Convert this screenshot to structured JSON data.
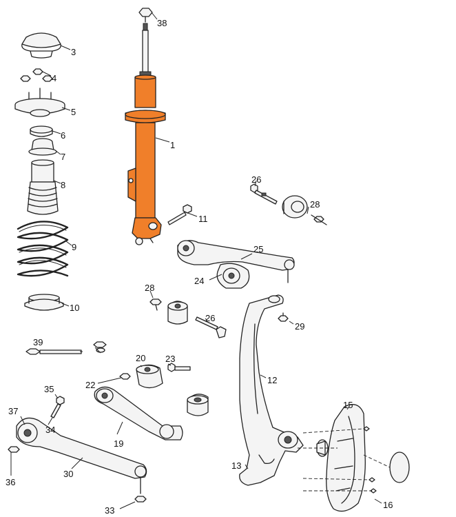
{
  "highlight_color": "#f07f2a",
  "callouts": [
    {
      "id": "1",
      "part": "strut-shock-absorber"
    },
    {
      "id": "3",
      "part": "dust-cap"
    },
    {
      "id": "4",
      "part": "nut"
    },
    {
      "id": "5",
      "part": "upper-mount"
    },
    {
      "id": "6",
      "part": "bearing"
    },
    {
      "id": "7",
      "part": "spring-seat-upper"
    },
    {
      "id": "8",
      "part": "dust-boot"
    },
    {
      "id": "9",
      "part": "coil-spring"
    },
    {
      "id": "10",
      "part": "spring-seat-lower"
    },
    {
      "id": "11",
      "part": "bolt"
    },
    {
      "id": "12",
      "part": "knuckle"
    },
    {
      "id": "13",
      "part": "knuckle-lower"
    },
    {
      "id": "15",
      "part": "splash-shield"
    },
    {
      "id": "16",
      "part": "screw"
    },
    {
      "id": "19",
      "part": "tension-strut"
    },
    {
      "id": "20",
      "part": "bushing"
    },
    {
      "id": "22",
      "part": "nut"
    },
    {
      "id": "23",
      "part": "bolt"
    },
    {
      "id": "24",
      "part": "bushing"
    },
    {
      "id": "25",
      "part": "upper-control-arm"
    },
    {
      "id": "26",
      "part": "bolt"
    },
    {
      "id": "26",
      "part": "bolt"
    },
    {
      "id": "28",
      "part": "nut"
    },
    {
      "id": "28",
      "part": "nut"
    },
    {
      "id": "29",
      "part": "nut"
    },
    {
      "id": "30",
      "part": "lower-control-arm"
    },
    {
      "id": "33",
      "part": "nut"
    },
    {
      "id": "34",
      "part": "bushing"
    },
    {
      "id": "35",
      "part": "bolt"
    },
    {
      "id": "36",
      "part": "nut"
    },
    {
      "id": "37",
      "part": "bushing"
    },
    {
      "id": "38",
      "part": "nut"
    },
    {
      "id": "39",
      "part": "bolt"
    }
  ]
}
